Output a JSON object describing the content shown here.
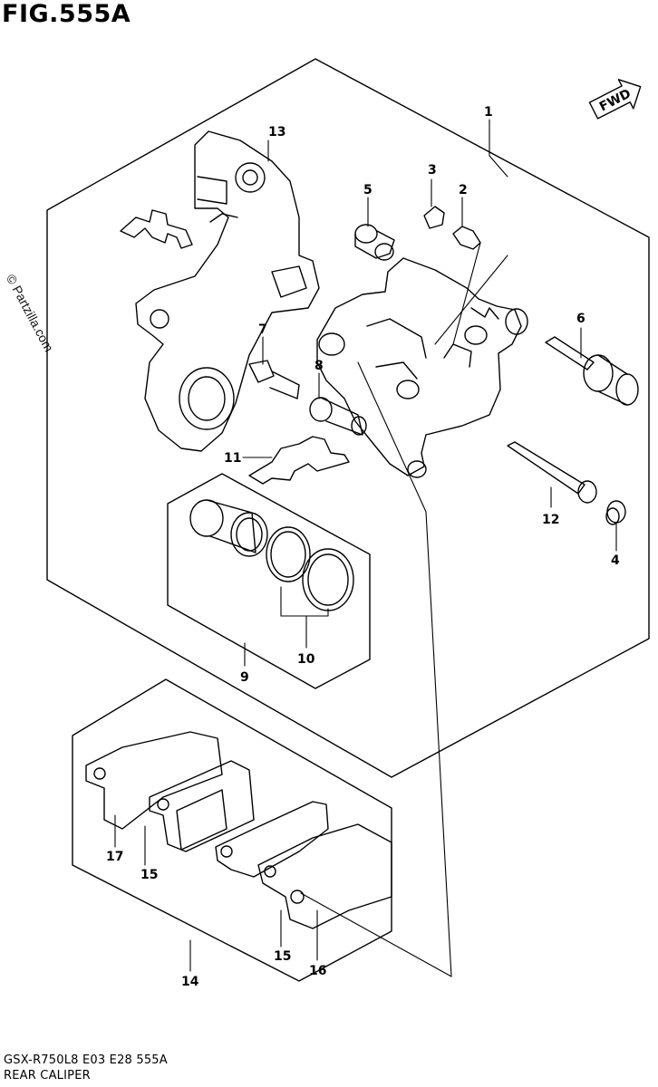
{
  "figure": {
    "title": "FIG.555A",
    "watermark": "© Partzilla.com",
    "fwd_label": "FWD"
  },
  "callouts": [
    {
      "id": "c1",
      "label": "1"
    },
    {
      "id": "c2",
      "label": "2"
    },
    {
      "id": "c3",
      "label": "3"
    },
    {
      "id": "c4",
      "label": "4"
    },
    {
      "id": "c5",
      "label": "5"
    },
    {
      "id": "c6",
      "label": "6"
    },
    {
      "id": "c7",
      "label": "7"
    },
    {
      "id": "c8",
      "label": "8"
    },
    {
      "id": "c9",
      "label": "9"
    },
    {
      "id": "c10",
      "label": "10"
    },
    {
      "id": "c11",
      "label": "11"
    },
    {
      "id": "c12",
      "label": "12"
    },
    {
      "id": "c13",
      "label": "13"
    },
    {
      "id": "c14",
      "label": "14"
    },
    {
      "id": "c15a",
      "label": "15"
    },
    {
      "id": "c15b",
      "label": "15"
    },
    {
      "id": "c16",
      "label": "16"
    },
    {
      "id": "c17",
      "label": "17"
    }
  ],
  "footer": {
    "model_line": "GSX-R750L8  E03  E28  555A",
    "caption": "REAR CALIPER"
  }
}
